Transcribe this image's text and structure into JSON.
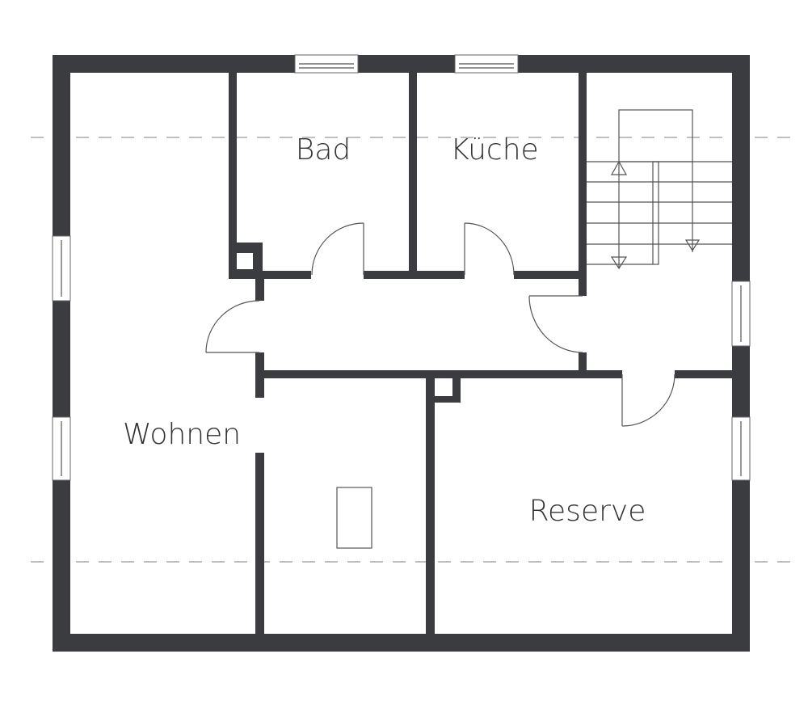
{
  "plan": {
    "rooms": {
      "bad": "Bad",
      "kueche": "Küche",
      "wohnen": "Wohnen",
      "reserve": "Reserve"
    },
    "colors": {
      "wall": "#3a3c40",
      "line": "#555555",
      "dash": "#999999"
    }
  }
}
